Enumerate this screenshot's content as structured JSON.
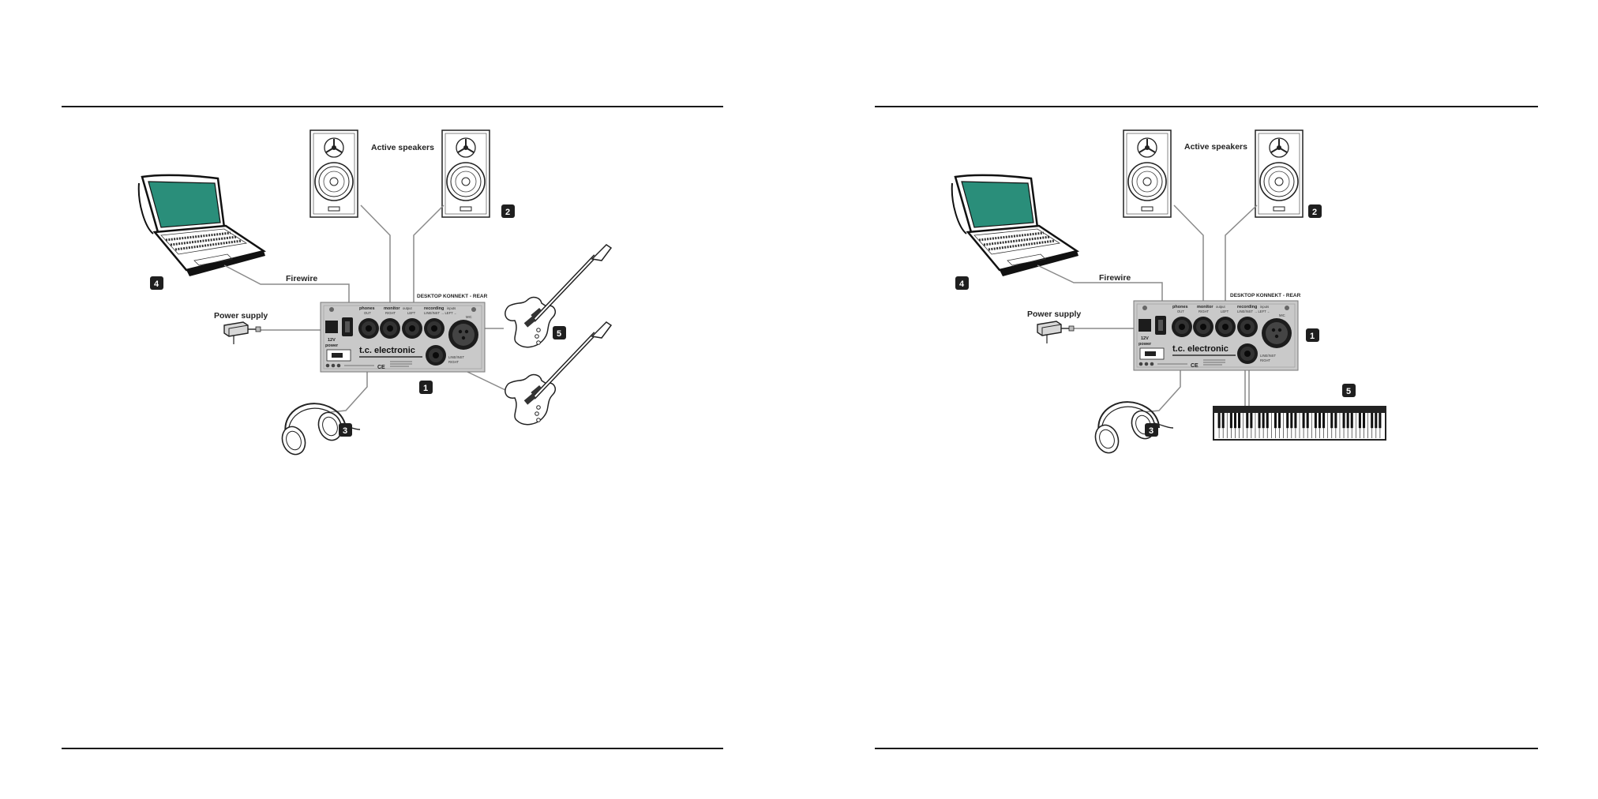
{
  "colors": {
    "rule": "#1a1a1a",
    "panel": "#c9c9c9",
    "laptop_screen": "#2a8e7a",
    "badge_bg": "#1f1f1f",
    "cable": "#8a8a8a"
  },
  "left_diagram": {
    "labels": {
      "active_speakers": "Active speakers",
      "firewire": "Firewire",
      "power_supply": "Power supply",
      "device_title": "DESKTOP KONNEKT - REAR"
    },
    "panel": {
      "phones": "phones",
      "phones_out": "OUT",
      "monitor": "monitor",
      "output": "output",
      "right": "RIGHT",
      "left": "LEFT",
      "recording": "recording",
      "inputs": "inputs",
      "line_inst_left": "LINE/INST → LEFT ←",
      "mic": "MIC",
      "line_inst_right": "LINE/INST",
      "right2": "RIGHT",
      "power": "power",
      "v12": "12V",
      "brand": "t.c. electronic",
      "ce": "CE"
    },
    "badges": [
      "1",
      "2",
      "3",
      "4",
      "5"
    ]
  },
  "right_diagram": {
    "labels": {
      "active_speakers": "Active speakers",
      "firewire": "Firewire",
      "power_supply": "Power supply",
      "device_title": "DESKTOP KONNEKT - REAR"
    },
    "panel": {
      "phones": "phones",
      "phones_out": "OUT",
      "monitor": "monitor",
      "output": "output",
      "right": "RIGHT",
      "left": "LEFT",
      "recording": "recording",
      "inputs": "inputs",
      "line_inst_left": "LINE/INST → LEFT ←",
      "mic": "MIC",
      "line_inst_right": "LINE/INST",
      "right2": "RIGHT",
      "power": "power",
      "v12": "12V",
      "brand": "t.c. electronic",
      "ce": "CE"
    },
    "badges": [
      "1",
      "2",
      "3",
      "4",
      "5"
    ]
  }
}
